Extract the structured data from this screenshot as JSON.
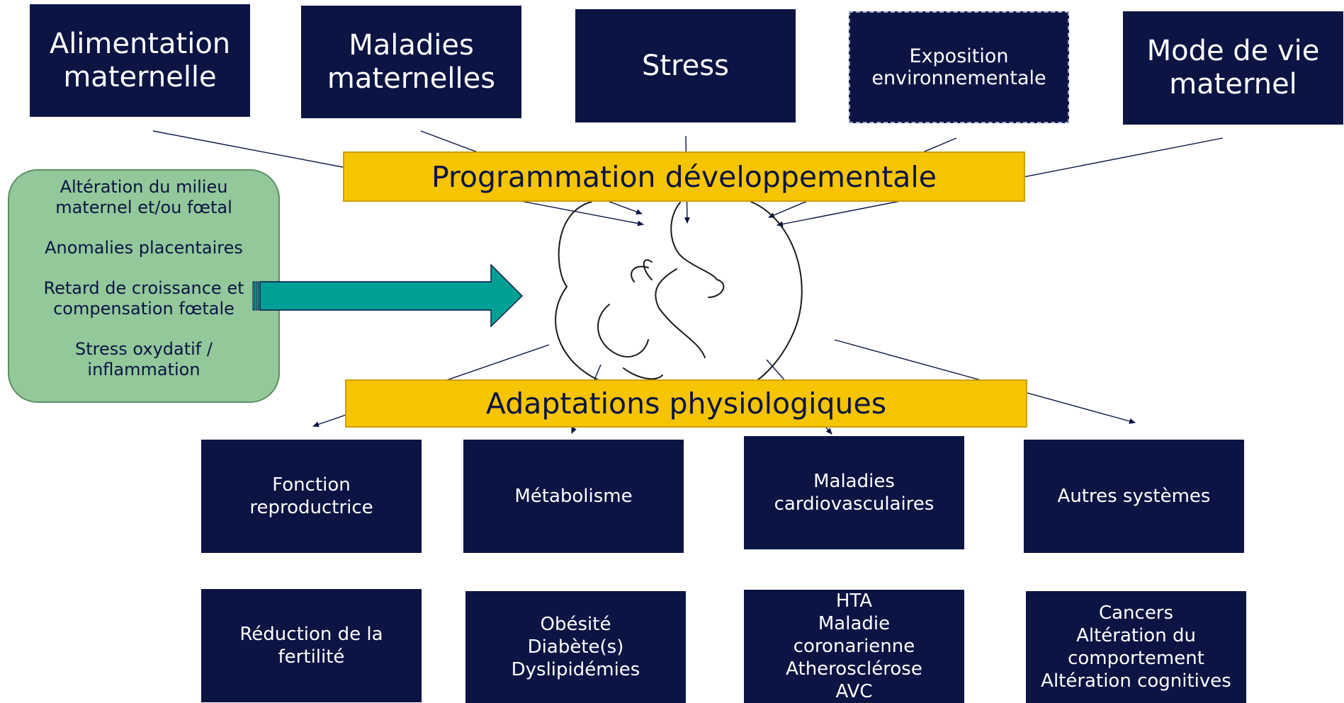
{
  "factors": [
    {
      "label": "Alimentation\nmaternelle"
    },
    {
      "label": "Maladies\nmaternelles"
    },
    {
      "label": "Stress"
    },
    {
      "label": "Exposition\nenvironnementale"
    },
    {
      "label": "Mode de vie\nmaternel"
    }
  ],
  "programming_label": "Programmation développementale",
  "adaptations_label": "Adaptations physiologiques",
  "mechanisms": [
    "Altération du milieu\nmaternel et/ou fœtal",
    "Anomalies placentaires",
    "Retard de croissance et\ncompensation fœtale",
    "Stress oxydatif /\ninflammation"
  ],
  "systems": [
    {
      "label": "Fonction\nreproductrice"
    },
    {
      "label": "Métabolisme"
    },
    {
      "label": "Maladies\ncardiovasculaires"
    },
    {
      "label": "Autres systèmes"
    }
  ],
  "outcomes": [
    {
      "label": "Réduction de la\nfertilité"
    },
    {
      "label": "Obésité\nDiabète(s)\nDyslipidémies"
    },
    {
      "label": "HTA\nMaladie\ncoronarienne\nAtherosclérose\nAVC"
    },
    {
      "label": "Cancers\nAltération du\ncomportement\nAltération cognitives"
    }
  ],
  "colors": {
    "box": "#0b1443",
    "banner": "#f6c400",
    "green_panel": "#93c89a",
    "arrow": "#00a096"
  },
  "icons": [
    "fetus-illustration",
    "teal-arrow-icon"
  ]
}
